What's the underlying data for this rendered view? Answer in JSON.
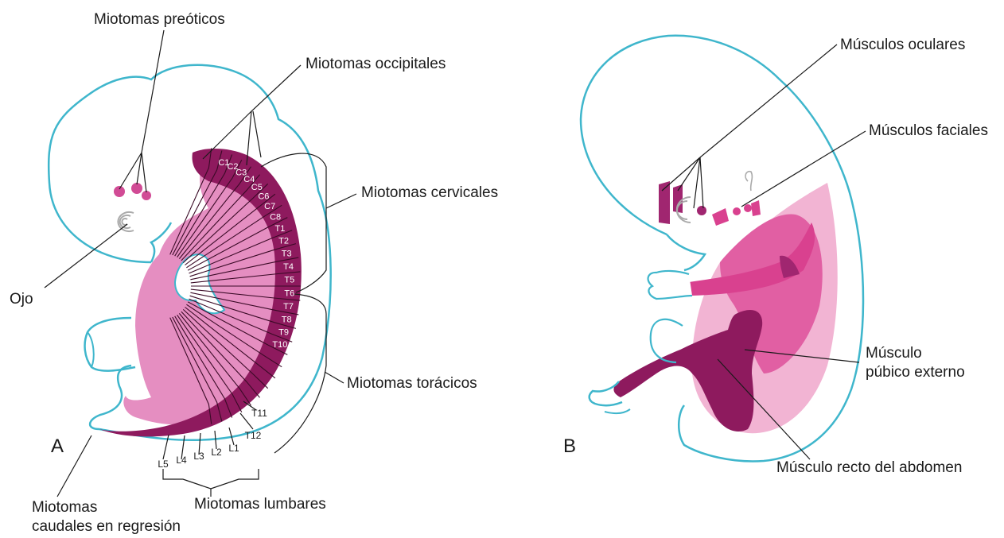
{
  "panels": {
    "a": "A",
    "b": "B"
  },
  "labels": {
    "miotomas_preoticos": "Miotomas preóticos",
    "miotomas_occipitales": "Miotomas occipitales",
    "miotomas_cervicales": "Miotomas cervicales",
    "ojo": "Ojo",
    "miotomas_toracicos": "Miotomas torácicos",
    "miotomas_lumbares": "Miotomas lumbares",
    "miotomas_caudales_1": "Miotomas",
    "miotomas_caudales_2": "caudales en regresión",
    "musculos_oculares": "Músculos oculares",
    "musculos_faciales": "Músculos faciales",
    "musculo_pubico_1": "Músculo",
    "musculo_pubico_2": "púbico externo",
    "musculo_recto": "Músculo recto del abdomen"
  },
  "segments": {
    "cervical": [
      "C1",
      "C2",
      "C3",
      "C4",
      "C5",
      "C6",
      "C7",
      "C8"
    ],
    "thoracic": [
      "T1",
      "T2",
      "T3",
      "T4",
      "T5",
      "T6",
      "T7",
      "T8",
      "T9",
      "T10",
      "T11",
      "T12"
    ],
    "lumbar": [
      "L5",
      "L4",
      "L3",
      "L2",
      "L1"
    ]
  },
  "colors": {
    "outline": "#3fb6cc",
    "dark_muscle": "#8e1a5e",
    "mid_muscle": "#d9418f",
    "light_muscle": "#e58ec1",
    "pale_muscle": "#f2b4d3"
  }
}
